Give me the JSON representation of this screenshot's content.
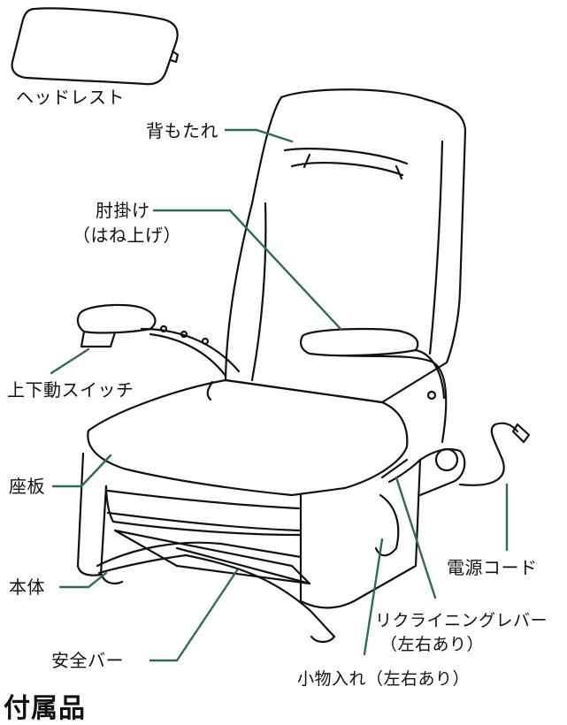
{
  "labels": {
    "headrest": "ヘッドレスト",
    "backrest": "背もたれ",
    "armrest": "肘掛け",
    "armrest_note": "（はね上げ）",
    "lift_switch": "上下動スイッチ",
    "seat_board": "座板",
    "body": "本体",
    "safety_bar": "安全バー",
    "power_cord": "電源コード",
    "recline_lever": "リクライニングレバー",
    "recline_lever_note": "（左右あり）",
    "storage_pocket": "小物入れ（左右あり）",
    "section_heading": "付属品"
  },
  "colors": {
    "leader_line": "#2f6b57",
    "outline": "#111111"
  }
}
